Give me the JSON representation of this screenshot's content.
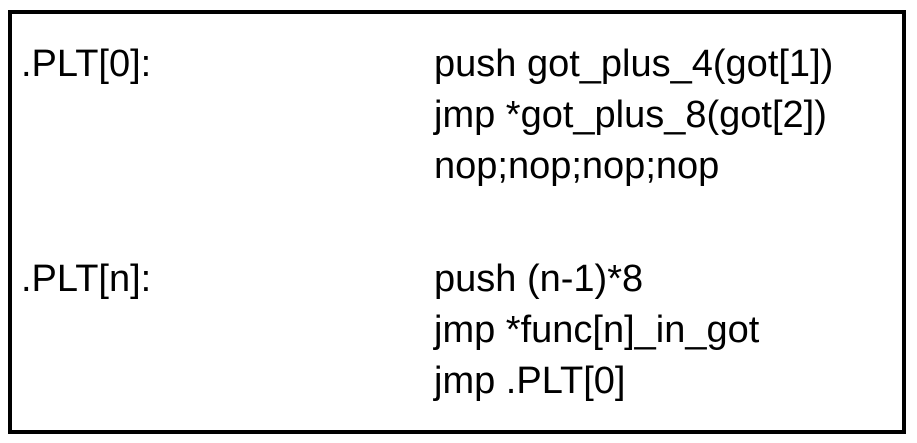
{
  "figure": {
    "title": "PLT entries pseudo-assembly",
    "colors": {
      "background": "#ffffff",
      "border": "#000000",
      "text": "#000000"
    },
    "entries": [
      {
        "label": ".PLT[0]:",
        "lines": [
          "push got_plus_4(got[1])",
          "jmp *got_plus_8(got[2])",
          "nop;nop;nop;nop"
        ]
      },
      {
        "label": ".PLT[n]:",
        "lines": [
          "push (n-1)*8",
          "jmp *func[n]_in_got",
          "jmp .PLT[0]"
        ]
      }
    ]
  }
}
